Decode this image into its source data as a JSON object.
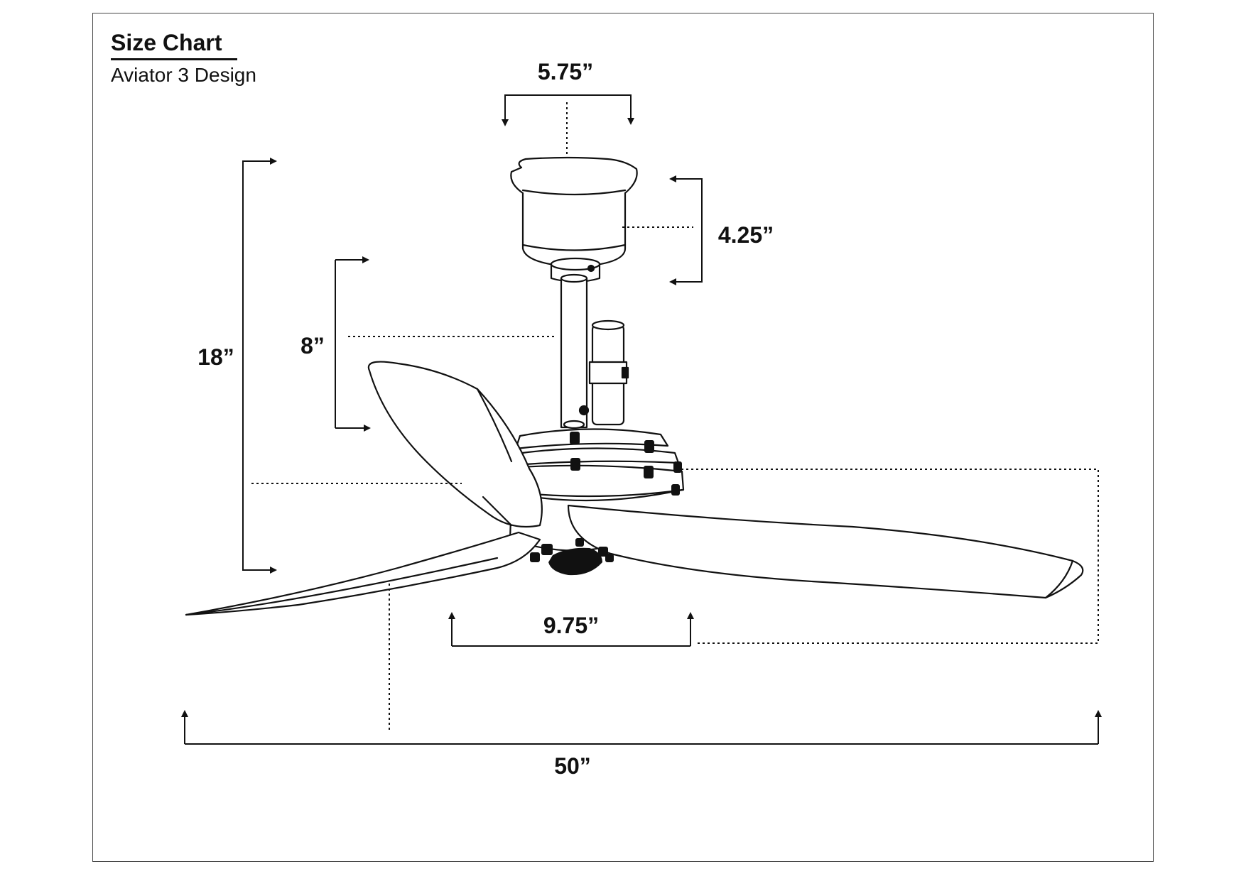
{
  "header": {
    "title": "Size Chart",
    "subtitle": "Aviator 3 Design"
  },
  "dimensions": {
    "canopy_width": "5.75”",
    "canopy_height": "4.25”",
    "downrod_length": "8”",
    "overall_height": "18”",
    "motor_width": "9.75”",
    "blade_span": "50”"
  },
  "colors": {
    "line": "#111111",
    "frame": "#444444",
    "background": "#ffffff"
  }
}
